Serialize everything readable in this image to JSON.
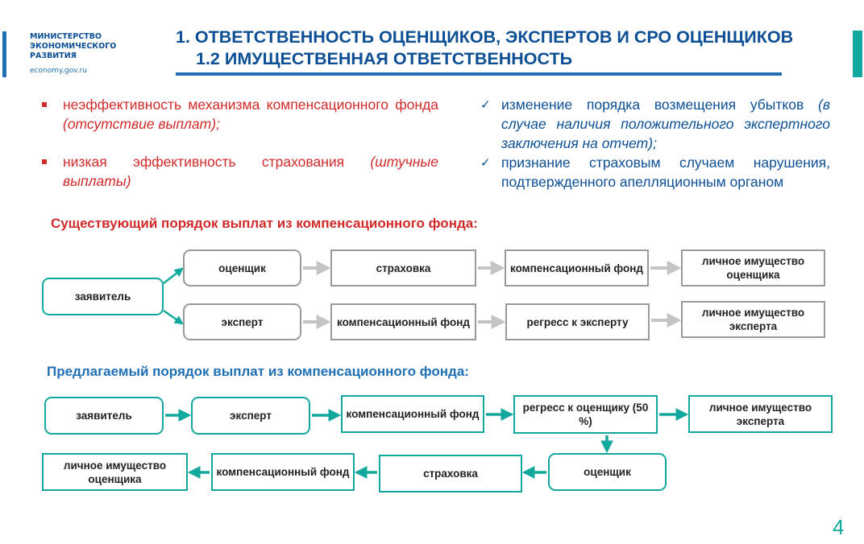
{
  "logo": {
    "ministry_lines": [
      "МИНИСТЕРСТВО",
      "ЭКОНОМИЧЕСКОГО",
      "РАЗВИТИЯ"
    ],
    "url": "economy.gov.ru"
  },
  "header": {
    "title": "1. ОТВЕТСТВЕННОСТЬ ОЦЕНЩИКОВ, ЭКСПЕРТОВ  И СРО ОЦЕНЩИКОВ",
    "subtitle": "1.2 ИМУЩЕСТВЕННАЯ ОТВЕТСТВЕННОСТЬ"
  },
  "problems": [
    {
      "text": "неэффективность механизма компенсационного фонда ",
      "note": "(отсутствие выплат);"
    },
    {
      "text": "низкая эффективность страхования ",
      "note": "(штучные выплаты)"
    }
  ],
  "proposals": [
    {
      "text": "изменение порядка возмещения убытков ",
      "note": "(в случае наличия положительного экспертного заключения на отчет);"
    },
    {
      "text": "признание страховым случаем нарушения, подтвержденного апелляционным органом",
      "note": ""
    }
  ],
  "existing": {
    "heading": "Существующий порядок выплат из компенсационного фонда:",
    "applicant": "заявитель",
    "appraiser_chain": [
      "оценщик",
      "страховка",
      "компенсационный фонд",
      "личное имущество оценщика"
    ],
    "expert_chain": [
      "эксперт",
      "компенсационный фонд",
      "регресс к эксперту",
      "личное имущество эксперта"
    ]
  },
  "proposed": {
    "heading": "Предлагаемый порядок выплат из компенсационного фонда:",
    "row1": [
      "заявитель",
      "эксперт",
      "компенсационный фонд",
      "регресс к оценщику (50 %)",
      "личное имущество эксперта"
    ],
    "row2": [
      "оценщик",
      "страховка",
      "компенсационный фонд",
      "личное имущество оценщика"
    ]
  },
  "colors": {
    "brand_blue": "#0d4f94",
    "accent_red": "#d02a2a",
    "accent_teal": "#13a89e",
    "box_grey": "#9a9a9a"
  },
  "page_number": "4"
}
